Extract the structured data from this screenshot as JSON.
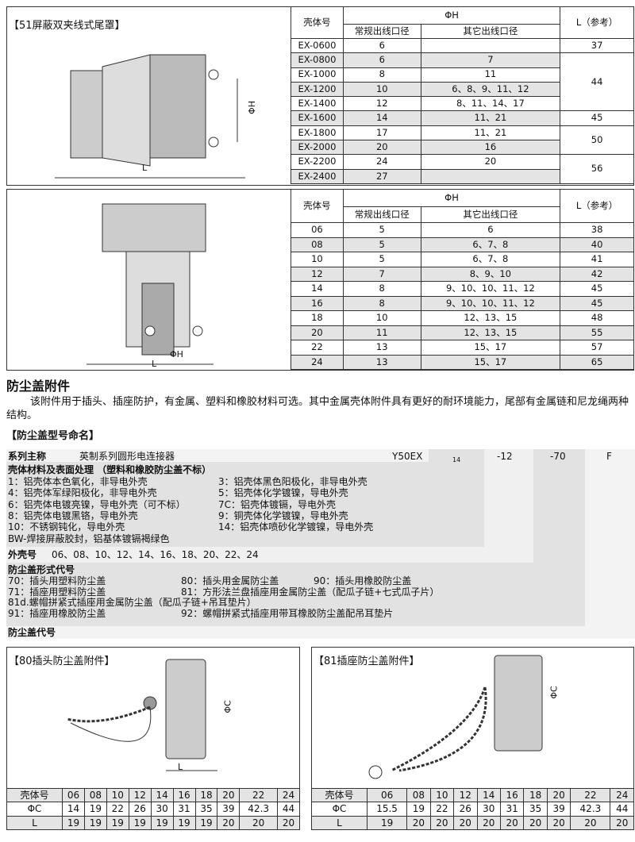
{
  "top1": {
    "caption": "【51屏蔽双夹线式尾罩】",
    "dim_h": "ΦH",
    "dim_l": "L",
    "hdr": {
      "shell": "壳体号",
      "phi": "ΦH",
      "regular": "常规出线口径",
      "other": "其它出线口径",
      "l": "L（参考）"
    },
    "rows": [
      [
        "EX-0600",
        "6",
        ""
      ],
      [
        "EX-0800",
        "6",
        "7"
      ],
      [
        "EX-1000",
        "8",
        "11"
      ],
      [
        "EX-1200",
        "10",
        "6、8、9、11、12"
      ],
      [
        "EX-1400",
        "12",
        "8、11、14、17"
      ],
      [
        "EX-1600",
        "14",
        "11、21"
      ],
      [
        "EX-1800",
        "17",
        "11、21"
      ],
      [
        "EX-2000",
        "20",
        "16"
      ],
      [
        "EX-2200",
        "24",
        "20"
      ],
      [
        "EX-2400",
        "27",
        ""
      ]
    ],
    "l": [
      {
        "v": "37",
        "span": 1
      },
      {
        "v": "44",
        "span": 4
      },
      {
        "v": "45",
        "span": 1
      },
      {
        "v": "50",
        "span": 2
      },
      {
        "v": "56",
        "span": 2
      }
    ]
  },
  "top2": {
    "dim_h": "ΦH",
    "dim_l": "L",
    "hdr": {
      "shell": "壳体号",
      "phi": "ΦH",
      "regular": "常规出线口径",
      "other": "其它出线口径",
      "l": "L（参考）"
    },
    "rows": [
      [
        "06",
        "5",
        "6",
        "38"
      ],
      [
        "08",
        "5",
        "6、7、8",
        "40"
      ],
      [
        "10",
        "5",
        "6、7、8",
        "41"
      ],
      [
        "12",
        "7",
        "8、9、10",
        "42"
      ],
      [
        "14",
        "8",
        "9、10、10、11、12",
        "45"
      ],
      [
        "16",
        "8",
        "9、10、10、11、12",
        "45"
      ],
      [
        "18",
        "10",
        "12、13、15",
        "48"
      ],
      [
        "20",
        "11",
        "12、13、15",
        "55"
      ],
      [
        "22",
        "13",
        "15、17",
        "57"
      ],
      [
        "24",
        "13",
        "15、17",
        "65"
      ]
    ]
  },
  "section": {
    "title": "防尘盖附件",
    "desc": "该附件用于插头、插座防护，有金属、塑料和橡胶材料可选。其中金属壳体附件具有更好的耐环境能力，尾部有金属链和尼龙绳两种结构。",
    "naming": "【防尘盖型号命名】"
  },
  "naming": {
    "series_label": "系列主称",
    "series_value": "英制系列圆形电连接器",
    "code": [
      "Y50EX",
      "14",
      "-12",
      "-70",
      "F"
    ],
    "material_label": "壳体材料及表面处理 （塑料和橡胶防尘盖不标）",
    "materials": [
      [
        "1：铝壳体本色氧化，非导电外壳",
        "3：铝壳体黑色阳极化，非导电外壳"
      ],
      [
        "4：铝壳体军绿阳极化，非导电外壳",
        "5：铝壳体化学镀镍，导电外壳"
      ],
      [
        "6：铝壳体电镀亮镍，导电外壳（可不标）",
        "7C：铝壳体镀镉，导电外壳"
      ],
      [
        "8：铝壳体电镀黑铬，导电外壳",
        "9：铜壳体化学镀镍，导电外壳"
      ],
      [
        "10：不锈钢钝化，导电外壳",
        "14：铝壳体喷砂化学镀镍，导电外壳"
      ],
      [
        "BW-焊接屏蔽胶封，铝基体镀镉褐绿色",
        ""
      ]
    ],
    "shell_label": "外壳号",
    "shell_value": "06、08、10、12、14、16、18、20、22、24",
    "type_label": "防尘盖形式代号",
    "types": [
      [
        "70：插头用塑料防尘盖",
        "80：插头用金属防尘盖",
        "90：插头用橡胶防尘盖"
      ],
      [
        "71：插座用塑料防尘盖",
        "81：方形法兰盘插座用金属防尘盖（配瓜子链+七式瓜子片）",
        ""
      ],
      [
        "81d.螺帽拼紧式插座用金属防尘盖（配瓜子链+吊耳垫片）",
        "",
        ""
      ],
      [
        "91：插座用橡胶防尘盖",
        "92：螺帽拼紧式插座用带耳橡胶防尘盖配吊耳垫片",
        ""
      ]
    ],
    "cap_label": "防尘盖代号"
  },
  "bottom1": {
    "caption": "【80插头防尘盖附件】",
    "dim_c": "ΦC",
    "dim_l": "L",
    "rows": [
      [
        "壳体号",
        "06",
        "08",
        "10",
        "12",
        "14",
        "16",
        "18",
        "20",
        "22",
        "24"
      ],
      [
        "ΦC",
        "14",
        "19",
        "22",
        "26",
        "30",
        "31",
        "35",
        "39",
        "42.3",
        "44"
      ],
      [
        "L",
        "19",
        "19",
        "19",
        "19",
        "19",
        "19",
        "19",
        "20",
        "20",
        "20"
      ]
    ]
  },
  "bottom2": {
    "caption": "【81插座防尘盖附件】",
    "dim_c": "ΦC",
    "rows": [
      [
        "壳体号",
        "06",
        "08",
        "10",
        "12",
        "14",
        "16",
        "18",
        "20",
        "22",
        "24"
      ],
      [
        "ΦC",
        "15.5",
        "19",
        "22",
        "26",
        "30",
        "31",
        "35",
        "39",
        "42.3",
        "44"
      ],
      [
        "L",
        "19",
        "20",
        "20",
        "20",
        "20",
        "20",
        "20",
        "20",
        "20",
        "20"
      ]
    ]
  }
}
